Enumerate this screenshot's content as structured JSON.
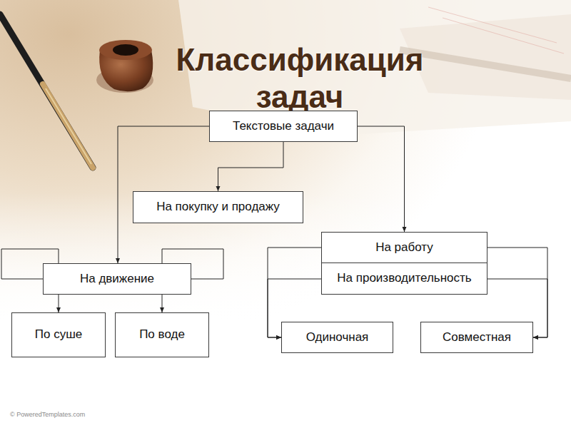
{
  "diagram": {
    "title": "Классификация задач",
    "nodes": [
      {
        "text": [
          "Текстовые задачи"
        ]
      },
      {
        "text": [
          "На покупку и продажу"
        ]
      },
      {
        "text": [
          "На движение"
        ]
      },
      {
        "text": [
          "По суше"
        ]
      },
      {
        "text": [
          "По воде"
        ]
      },
      {
        "text": [
          "На работу"
        ]
      },
      {
        "text": [
          "На производительность"
        ]
      },
      {
        "text": [
          "Одиночная"
        ]
      },
      {
        "text": [
          "Совместная"
        ]
      }
    ],
    "edges": [
      {
        "from": 0,
        "to": 1,
        "arrow": "to"
      },
      {
        "from": 0,
        "to": 2,
        "arrow": "to"
      },
      {
        "from": 0,
        "to": 5,
        "arrow": "to"
      },
      {
        "from": 2,
        "to": 3,
        "arrow": "to"
      },
      {
        "from": 2,
        "to": 4,
        "arrow": "to"
      },
      {
        "from": 5,
        "to": 7,
        "arrow": "to"
      },
      {
        "from": 6,
        "to": 7,
        "arrow": "to"
      },
      {
        "from": 5,
        "to": 8,
        "arrow": "to"
      },
      {
        "from": 6,
        "to": 8,
        "arrow": "to"
      }
    ],
    "labels": [
      "© PoweredTemplates.com"
    ]
  }
}
